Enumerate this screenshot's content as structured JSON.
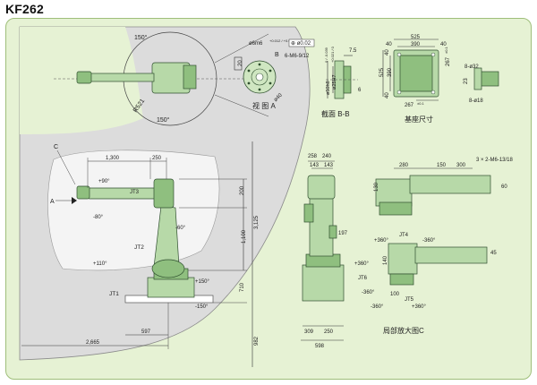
{
  "title": "KF262",
  "top": {
    "angles": {
      "top": "150°",
      "bottom": "150°"
    },
    "radius_label": "R521",
    "view_a": {
      "caption": "视 图 A",
      "labels": {
        "bore": "ø6m6",
        "bore_tol": "+0.012 / +0.004",
        "position_tol": "⊕ ø0.02",
        "tap": "6-M6-9/12",
        "dim_20": "20",
        "dim_40": "ø40",
        "b_mark": "B"
      }
    },
    "section_bb": {
      "caption": "截面 B-B",
      "labels": {
        "d1": "ø50h8",
        "d1_tol": "0 / -0.039",
        "d2": "ø25H7",
        "d2_tol": "+0.021 / 0",
        "d3": "7.5",
        "d4": "6"
      }
    },
    "base": {
      "caption": "基座尺寸",
      "labels": {
        "w525": "525",
        "w390": "390",
        "w40a": "40",
        "w40b": "40",
        "h525": "525",
        "h390": "390",
        "h40a": "40",
        "h40b": "40",
        "h267": "267",
        "h267_tol": "±0.1",
        "w267": "267",
        "w267_tol": "±0.1",
        "holes32": "8-ø32",
        "holes18": "8-ø18",
        "d23": "23"
      }
    }
  },
  "side": {
    "labels": {
      "c_mark": "C",
      "a_mark": "A",
      "dim_1300": "1,300",
      "dim_250": "250",
      "angle_p90": "+90°",
      "angle_m80": "-80°",
      "jt3": "JT3",
      "jt2": "JT2",
      "jt1": "JT1",
      "angle_m60": "-60°",
      "angle_p110": "+110°",
      "angle_p150": "+150°",
      "angle_m150": "-150°",
      "dim_200": "200",
      "dim_1100": "1,100",
      "dim_3125": "3,125",
      "dim_710": "710",
      "dim_982": "982",
      "dim_597": "597",
      "dim_2665": "2,665"
    }
  },
  "front": {
    "labels": {
      "dim_258": "258",
      "dim_240": "240",
      "dim_143a": "143",
      "dim_143b": "143",
      "dim_197": "197",
      "dim_309": "309",
      "dim_250": "250",
      "dim_598": "598"
    }
  },
  "detail": {
    "caption": "局部放大图C",
    "labels": {
      "dim_280": "280",
      "dim_150": "150",
      "dim_300": "300",
      "tap": "3 × 2-M6-13/18",
      "dim_130": "130",
      "dim_60": "60",
      "dim_45": "45",
      "dim_140": "140",
      "dim_100": "100",
      "jt4": "JT4",
      "jt4_p": "+360°",
      "jt4_m": "-360°",
      "jt6": "JT6",
      "jt6_p": "+360°",
      "jt6_m": "-360°",
      "jt5": "JT5",
      "jt5_m": "-360°",
      "jt5_p": "+360°"
    }
  }
}
